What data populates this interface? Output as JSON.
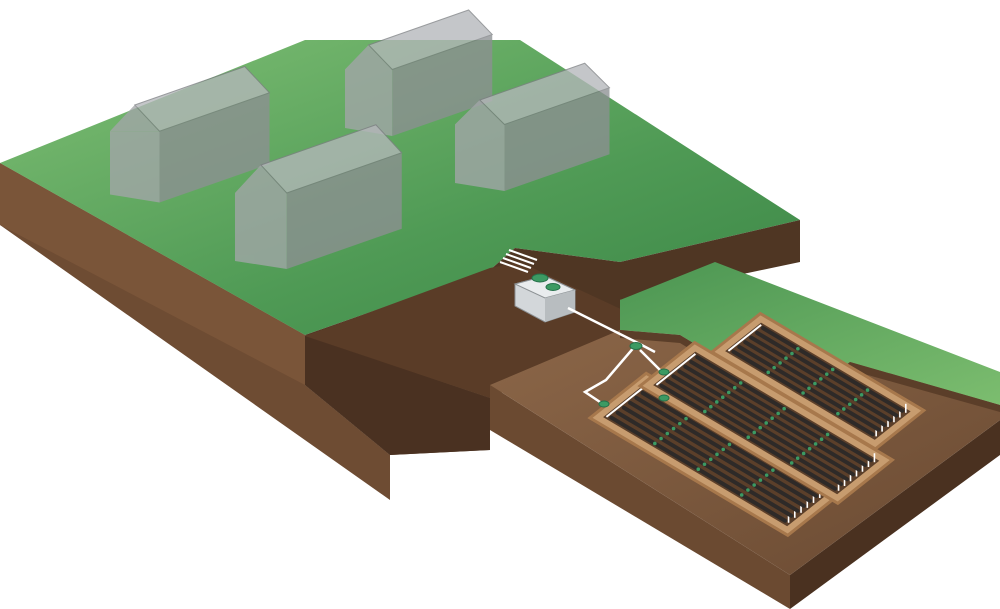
{
  "diagram": {
    "title": "",
    "houses": [
      {
        "id": "house-1"
      },
      {
        "id": "house-2"
      },
      {
        "id": "house-3"
      },
      {
        "id": "house-4"
      }
    ],
    "components": [
      {
        "id": "septic-tank"
      },
      {
        "id": "distribution-box"
      },
      {
        "id": "drainfield-bed-1",
        "pipe_rows": 7
      },
      {
        "id": "drainfield-bed-2",
        "pipe_rows": 7
      },
      {
        "id": "drainfield-bed-3",
        "pipe_rows": 6
      }
    ],
    "colors": {
      "lawn": "#5aa35e",
      "lawn_dark": "#3f8a48",
      "soil": "#6b4a31",
      "soil_dark": "#4e3421",
      "soil_light": "#8a6447",
      "gravel_bed": "#c79c6f",
      "pipe": "#2e2a28",
      "pipe_cap": "#ffffff",
      "tank": "#cfd3d6",
      "fitting": "#3c9a63",
      "house": "#9ea1a4"
    }
  }
}
